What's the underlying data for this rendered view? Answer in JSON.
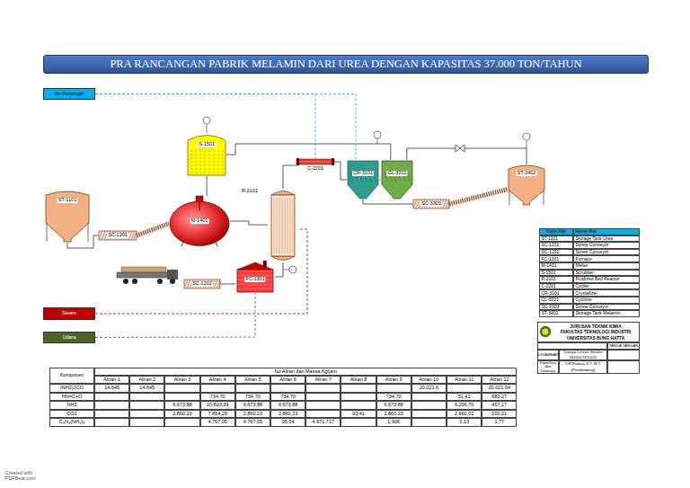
{
  "diagram": {
    "title": "PRA RANCANGAN PABRIK MELAMIN DARI UREA DENGAN KAPASITAS 37.000 TON/TAHUN",
    "nodes": [
      {
        "text": [
          "Air Pendingin"
        ]
      },
      {
        "text": [
          "Steam"
        ]
      },
      {
        "text": [
          "Udara"
        ]
      },
      {
        "text": [
          "ST-1101"
        ]
      },
      {
        "text": [
          "SC-1201"
        ]
      },
      {
        "text": [
          "S-1501"
        ]
      },
      {
        "text": [
          "M-1401"
        ]
      },
      {
        "text": [
          "FC-1301"
        ]
      },
      {
        "text": [
          "SC-1202"
        ]
      },
      {
        "text": [
          "R-2101"
        ]
      },
      {
        "text": [
          "C-2201"
        ]
      },
      {
        "text": [
          "CR-3101"
        ]
      },
      {
        "text": [
          "CL-3201"
        ]
      },
      {
        "text": [
          "SC-3303"
        ]
      },
      {
        "text": [
          "ST-3402"
        ]
      }
    ],
    "edges": [
      {
        "from": 3,
        "to": 4,
        "arrow": "none"
      },
      {
        "from": 4,
        "to": 6,
        "arrow": "none"
      },
      {
        "from": 5,
        "to": 6,
        "arrow": "none"
      },
      {
        "from": 6,
        "to": 9,
        "arrow": "none"
      },
      {
        "from": 7,
        "to": 9,
        "arrow": "none"
      },
      {
        "from": 9,
        "to": 10,
        "arrow": "none"
      },
      {
        "from": 10,
        "to": 11,
        "arrow": "none"
      },
      {
        "from": 11,
        "to": 12,
        "arrow": "none"
      },
      {
        "from": 12,
        "to": 5,
        "arrow": "none"
      },
      {
        "from": 11,
        "to": 13,
        "arrow": "none"
      },
      {
        "from": 13,
        "to": 14,
        "arrow": "none"
      },
      {
        "from": 0,
        "to": 10,
        "arrow": "none"
      },
      {
        "from": 0,
        "to": 11,
        "arrow": "none"
      },
      {
        "from": 1,
        "to": 9,
        "arrow": "none"
      },
      {
        "from": 2,
        "to": 7,
        "arrow": "none"
      },
      {
        "from": 8,
        "to": 7,
        "arrow": "none"
      },
      {
        "from": 12,
        "to": 14,
        "arrow": "none"
      }
    ],
    "labels": [
      "Created with PDFBear.com",
      "Kode Alat",
      "Nama Alat",
      "ST-1101",
      "Storage Tank Urea",
      "SC-1201",
      "Screw Conveyor",
      "SC-1202",
      "Screw Conveyor",
      "FC-1301",
      "Furnace",
      "M-1401",
      "Melter",
      "S-1501",
      "Scrubber",
      "R-2101",
      "Fluidized Bed Reactor",
      "C-2201",
      "Cooler",
      "CR-3101",
      "Crystallizer",
      "CL-3201",
      "Cyclone",
      "SC-3303",
      "Screw Conveyor",
      "ST-3402",
      "Storage Tank Melamin",
      "JURUSAN TEKNIK KIMIA",
      "FAKULTAS TEKNOLOGI INDUSTRI",
      "UNIVERSITAS BUNG HATTA",
      "TANDA TANGAN",
      "DIGAMBAR",
      "Dianpa Lestari Ginaler",
      "1810017411022",
      "Diperiksa dan Disetujui",
      "DR.Firdaus S.T, M.T",
      "(Pembimbing)",
      "Komponen",
      "No Aliran dan Massa Kg/jam",
      "Aliran 1",
      "Aliran 2",
      "Aliran 3",
      "Aliran 4",
      "Aliran 5",
      "Aliran 6",
      "Aliran 7",
      "Aliran 8",
      "Aliran 9",
      "Aliran 10",
      "Aliran 11",
      "Aliran 12",
      "(NH2)2CO",
      "14.645",
      "14.645",
      "20.021,6",
      "20.021,64",
      "HN=C=O",
      "734,70",
      "734,70",
      "734,70",
      "734,70",
      "51,42",
      "683,27",
      "NH3",
      "6.673,88",
      "10.823,39",
      "6.673,88",
      "6.673,88",
      "6.673,88",
      "6.206,70",
      "467,17",
      "CO2",
      "2.860,23",
      "7.854,29",
      "2.860,23",
      "2.860,23",
      "93,41",
      "2.860,23",
      "2.660,01",
      "200,21",
      "C₃N₃(NH₂)₃",
      "4.767,05",
      "4.767,05",
      "95,34",
      "4.671,717",
      "1,906",
      "0,13",
      "1,77"
    ]
  }
}
